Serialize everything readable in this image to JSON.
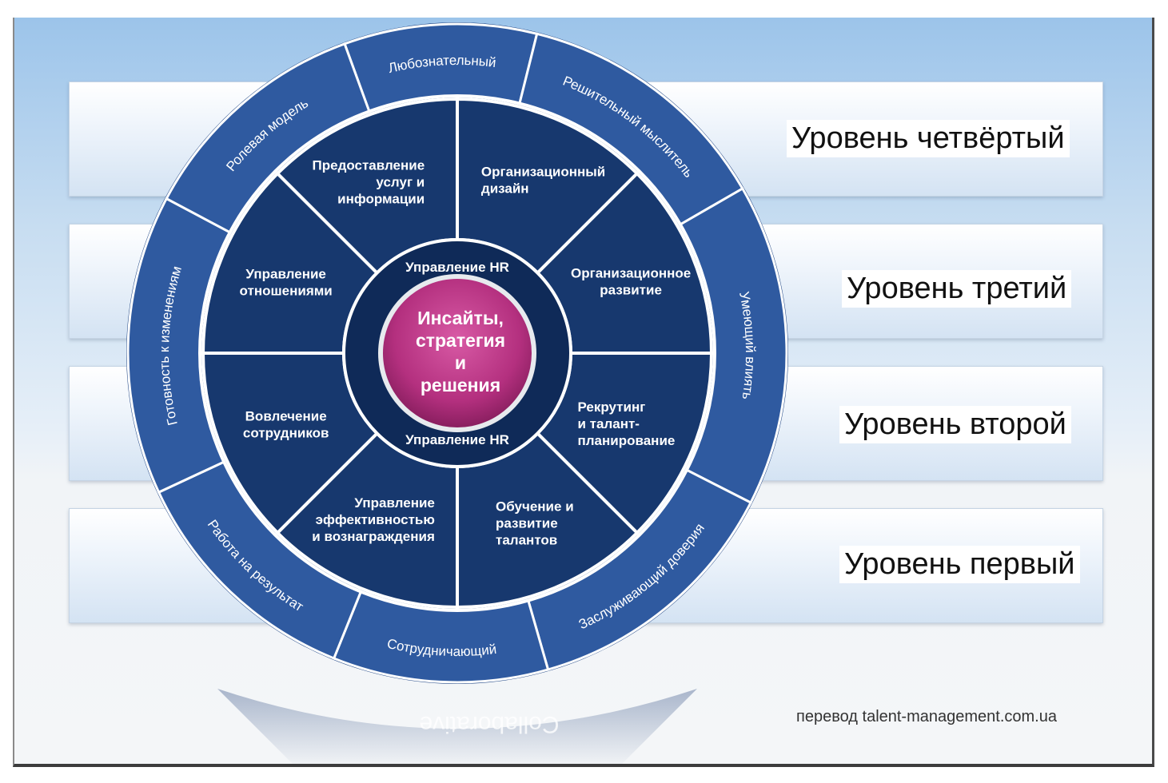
{
  "levels": [
    {
      "label": "Уровень четвёртый"
    },
    {
      "label": "Уровень третий"
    },
    {
      "label": "Уровень второй"
    },
    {
      "label": "Уровень первый"
    }
  ],
  "center": {
    "lines": [
      "Инсайты,",
      "стратегия",
      "и",
      "решения"
    ],
    "inner_ring_top": "Управление HR",
    "inner_ring_bottom": "Управление HR"
  },
  "segments": [
    {
      "lines": [
        "Организационный",
        "дизайн"
      ]
    },
    {
      "lines": [
        "Организационное",
        "развитие"
      ]
    },
    {
      "lines": [
        "Рекрутинг",
        "и талант-",
        "планирование"
      ]
    },
    {
      "lines": [
        "Обучение и",
        "развитие",
        "талантов"
      ]
    },
    {
      "lines": [
        "Управление",
        "эффективностью",
        "и вознаграждения"
      ]
    },
    {
      "lines": [
        "Вовлечение",
        "сотрудников"
      ]
    },
    {
      "lines": [
        "Управление",
        "отношениями"
      ]
    },
    {
      "lines": [
        "Предоставление",
        "услуг и",
        "информации"
      ]
    }
  ],
  "outer_ring": [
    "Любознательный",
    "Решительный мыслитель",
    "Умеющий влиять",
    "Заслуживающий доверия",
    "Сотрудничающий",
    "Работа на результат",
    "Готовность к изменениям",
    "Ролевая модель"
  ],
  "reflection": "Collaborative",
  "credit": "перевод talent-management.com.ua",
  "colors": {
    "ring_outer": "#2f5aa0",
    "segments": "#17386e",
    "inner_ring": "#0f2a58",
    "center": "#b4307f"
  }
}
